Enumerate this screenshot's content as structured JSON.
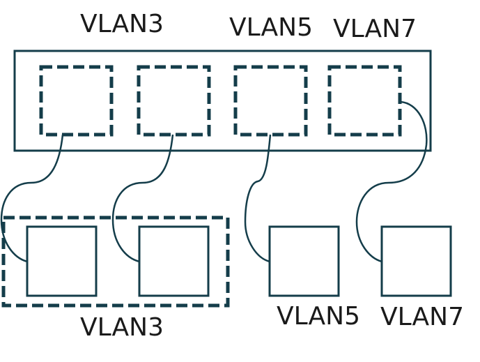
{
  "switch": {
    "port_labels": [
      "VLAN3",
      "VLAN5",
      "VLAN7"
    ]
  },
  "devices": {
    "group_label": "VLAN3",
    "vlan5_label": "VLAN5",
    "vlan7_label": "VLAN7"
  },
  "colors": {
    "line": "#143d4a",
    "text": "#1a1a1a",
    "background": "#ffffff"
  }
}
